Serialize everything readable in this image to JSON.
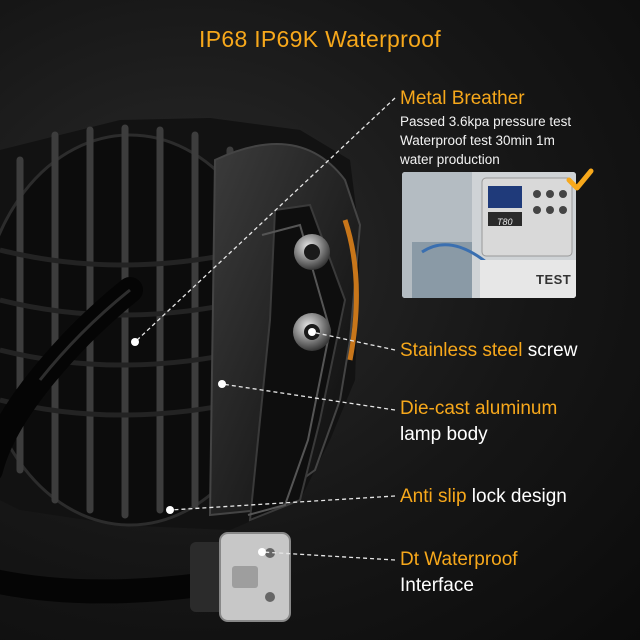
{
  "header": {
    "title": "IP68 IP69K Waterproof"
  },
  "breather": {
    "title": "Metal Breather",
    "lines": [
      "Passed 3.6kpa pressure test",
      "Waterproof test 30min 1m",
      "water production"
    ],
    "photo_label": "TEST",
    "device_label": "T80"
  },
  "screw": {
    "highlight": "Stainless steel",
    "rest": " screw"
  },
  "body": {
    "highlight": "Die-cast aluminum",
    "rest": "lamp body"
  },
  "antislip": {
    "highlight": "Anti slip",
    "rest": " lock design"
  },
  "connector": {
    "highlight": "Dt Waterproof",
    "rest": "Interface"
  },
  "colors": {
    "accent": "#f7a81b",
    "text": "#ffffff",
    "background": "#151515"
  },
  "icons": [
    "check-icon"
  ]
}
